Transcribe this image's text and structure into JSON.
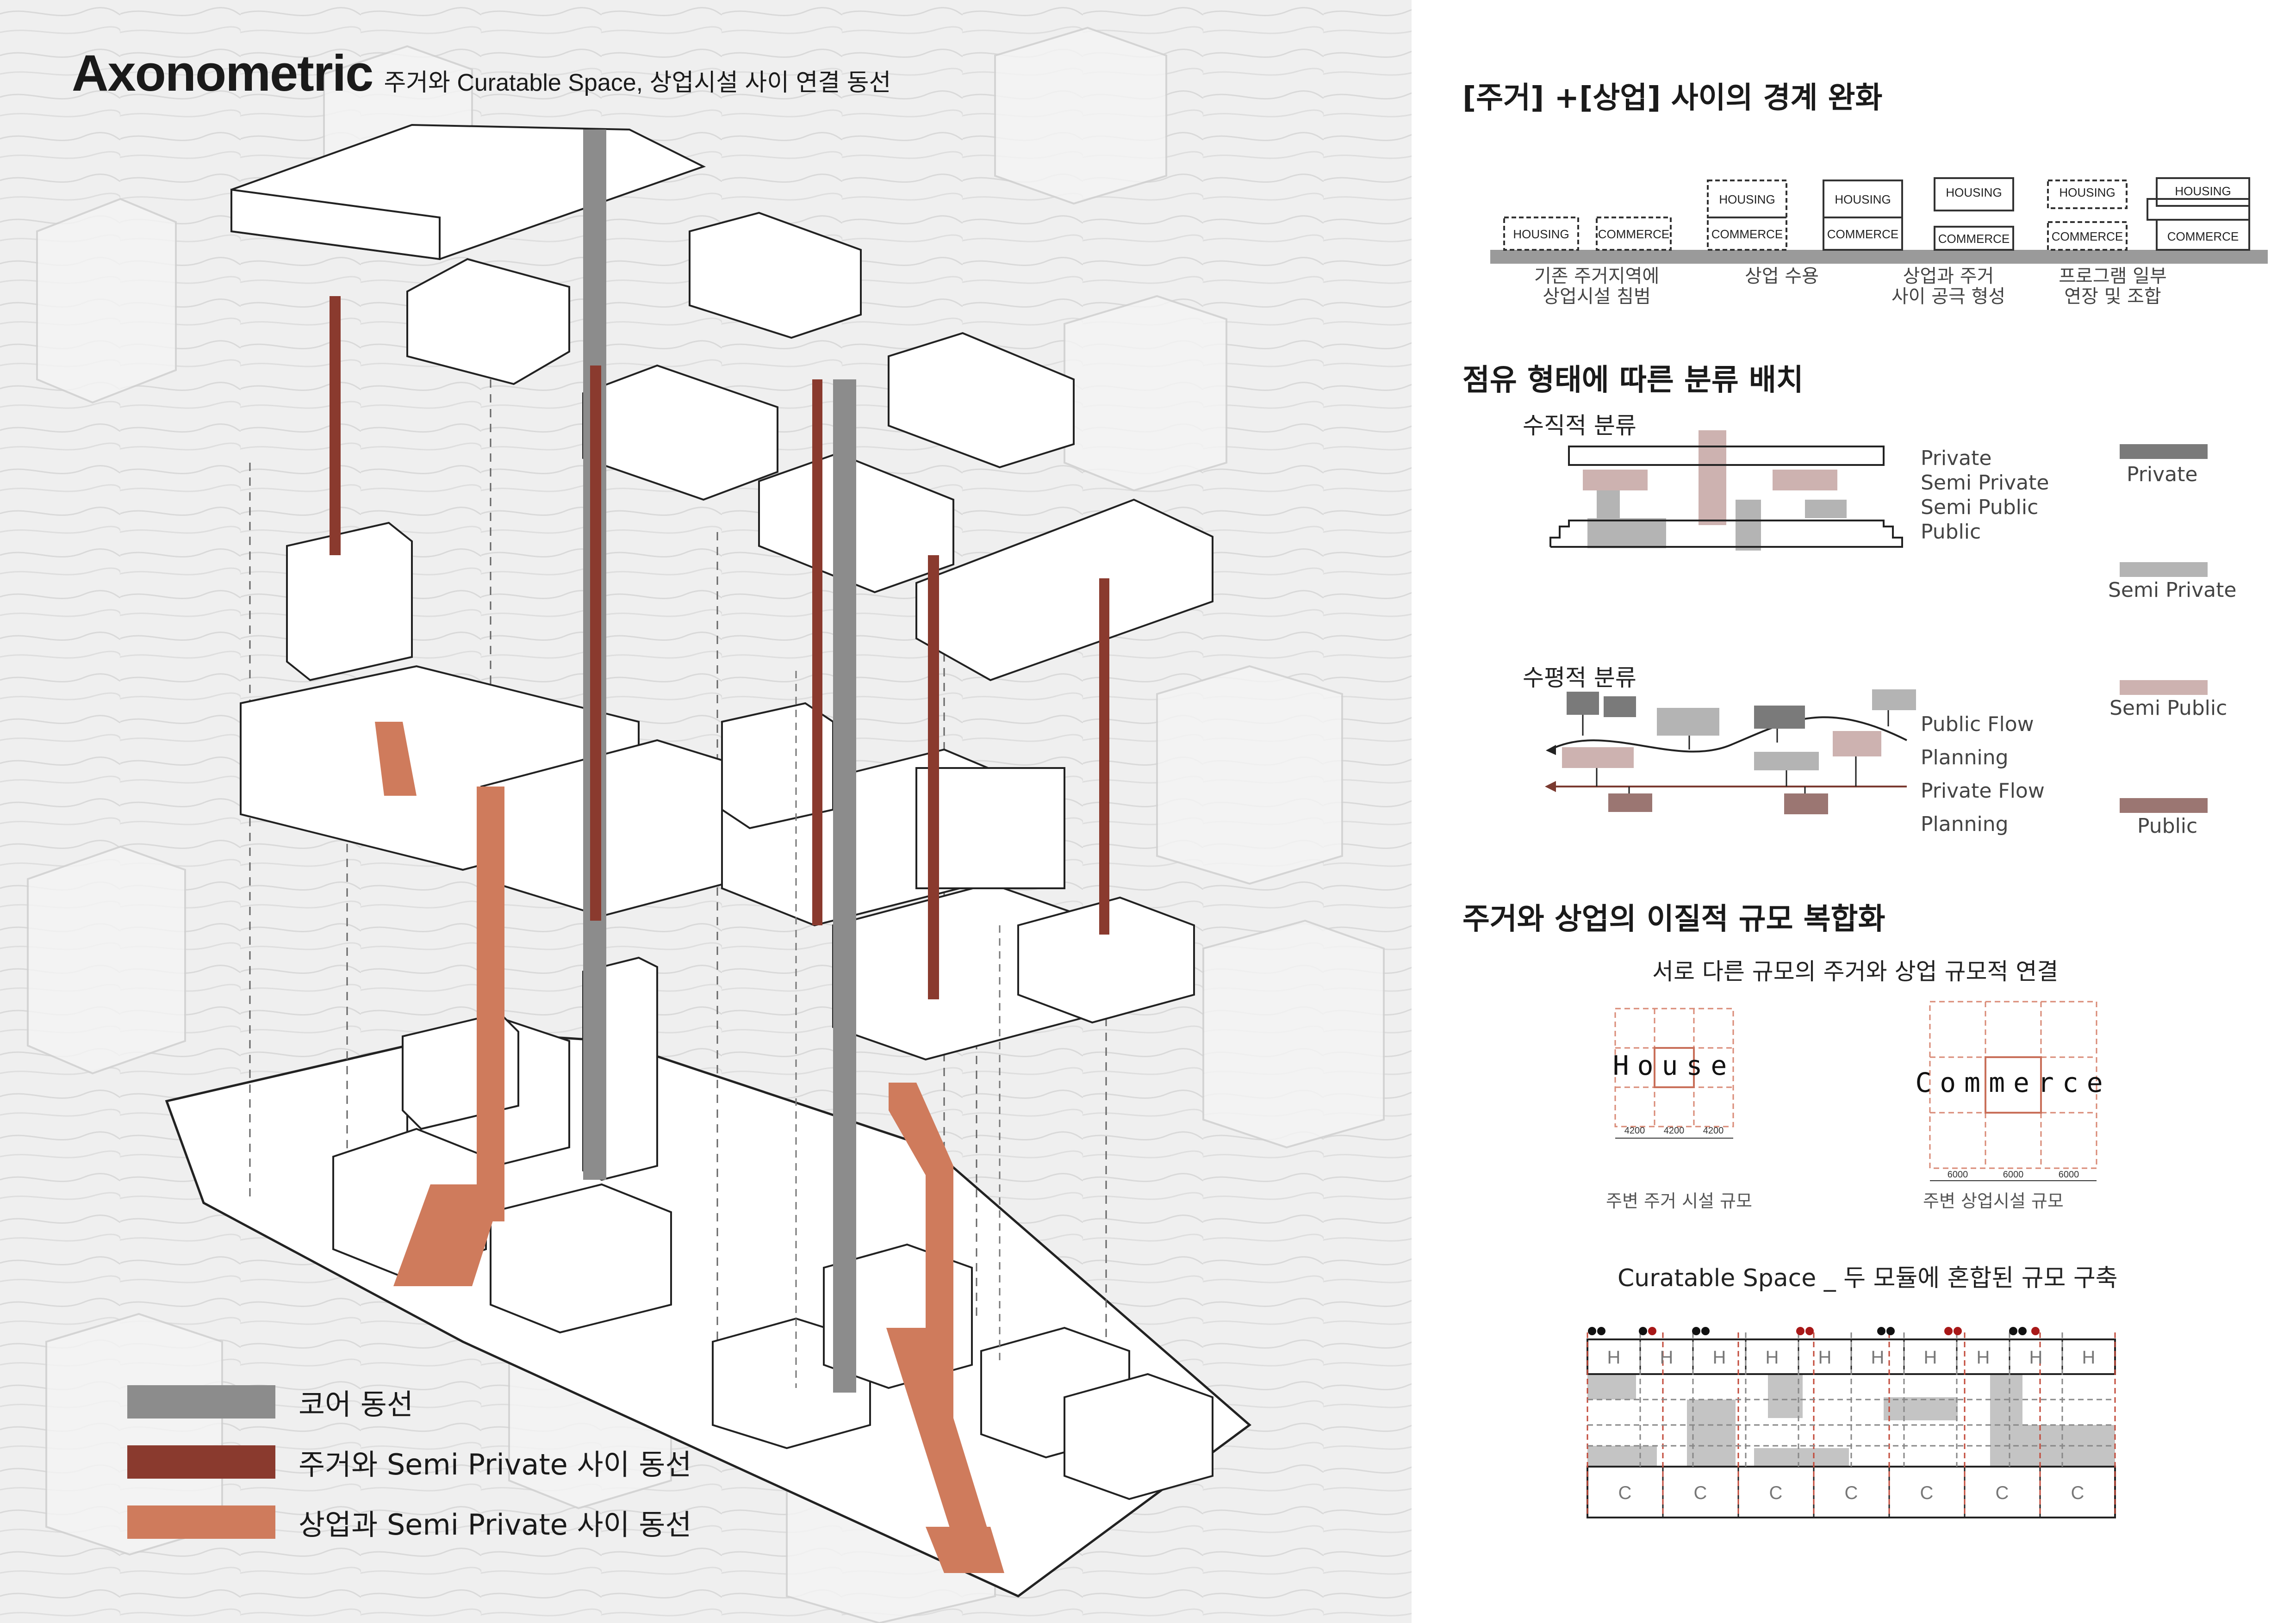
{
  "title": {
    "main": "Axonometric",
    "subtitle": "주거와 Curatable Space, 상업시설 사이 연결 동선"
  },
  "legend": [
    {
      "label": "코어 동선",
      "color": "#8c8c8c"
    },
    {
      "label": "주거와 Semi Private 사이 동선",
      "color": "#8a3a2e"
    },
    {
      "label": "상업과 Semi Private 사이 동선",
      "color": "#cf7b5c"
    }
  ],
  "section1": {
    "title": "[주거] +[상업] 사이의 경계 완화",
    "housing": "HOUSING",
    "commerce": "COMMERCE",
    "captions": [
      "기존 주거지역에\n상업시설 침범",
      "상업 수용",
      "상업과 주거\n사이 공극 형성",
      "프로그램 일부\n연장 및 조합"
    ]
  },
  "section2": {
    "title": "점유 형태에 따른 분류 배치",
    "vertical": "수직적 분류",
    "horizontal": "수평적 분류",
    "levels": [
      "Private",
      "Semi Private",
      "Semi Public",
      "Public"
    ],
    "flows": [
      "Public Flow",
      "Planning",
      "Private Flow",
      "Planning"
    ],
    "legend": [
      {
        "label": "Private",
        "color": "#7a7a7a"
      },
      {
        "label": "Semi Private",
        "color": "#b4b4b4"
      },
      {
        "label": "Semi Public",
        "color": "#cdb2b0"
      },
      {
        "label": "Public",
        "color": "#9b7672"
      }
    ]
  },
  "section3": {
    "title": "주거와 상업의 이질적 규모 복합화",
    "subtitle": "서로 다른 규모의 주거와 상업 규모적 연결",
    "house_word": "House",
    "commerce_word": "Commerce",
    "house_dims": [
      "4200",
      "4200",
      "4200"
    ],
    "commerce_dims": [
      "6000",
      "6000",
      "6000"
    ],
    "house_caption": "주변 주거 시설 규모",
    "commerce_caption": "주변 상업시설 규모",
    "curatable_title": "Curatable Space _ 두 모듈에 혼합된 규모 구축",
    "h_cells": [
      "H",
      "H",
      "H",
      "H",
      "H",
      "H",
      "H",
      "H",
      "H",
      "H"
    ],
    "c_cells": [
      "C",
      "C",
      "C",
      "C",
      "C",
      "C",
      "C"
    ]
  }
}
